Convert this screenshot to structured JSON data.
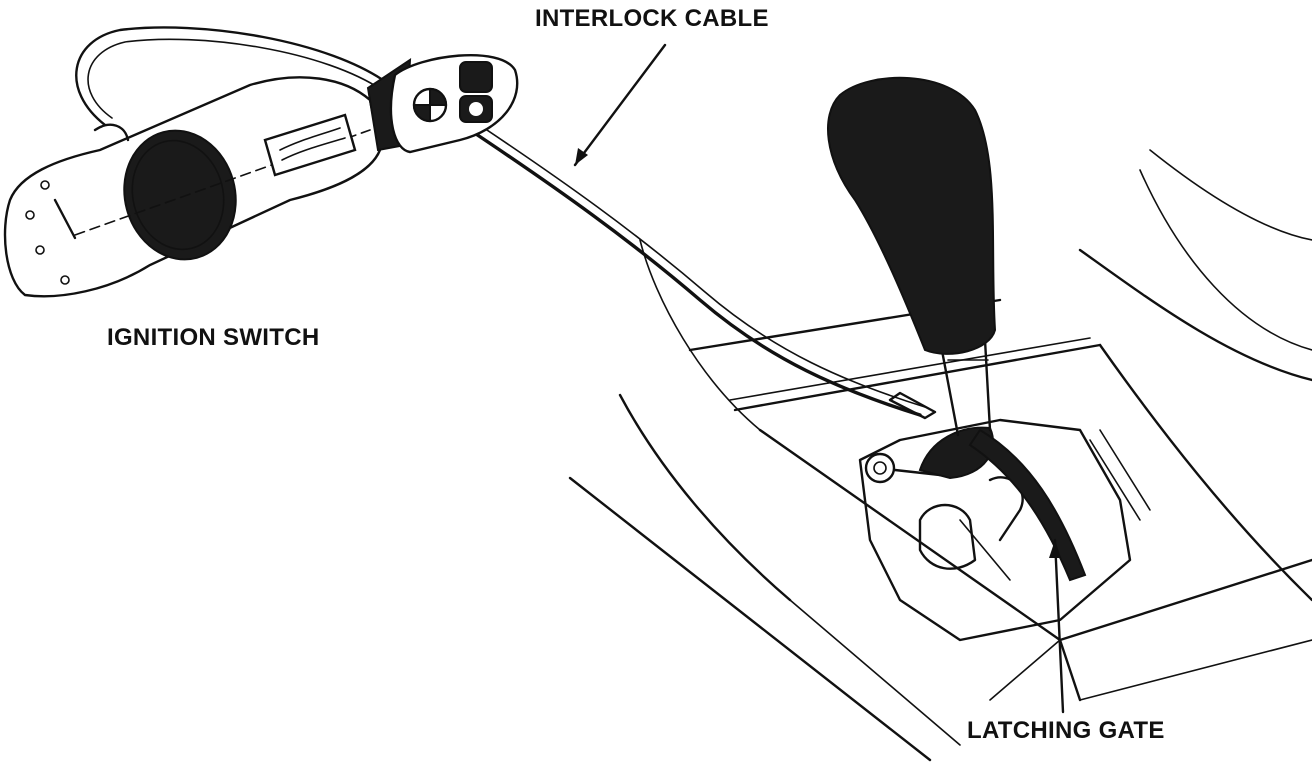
{
  "labels": {
    "interlock_cable": "INTERLOCK CABLE",
    "ignition_switch": "IGNITION SWITCH",
    "latching_gate": "LATCHING GATE"
  },
  "colors": {
    "ink": "#111111",
    "background": "#ffffff"
  }
}
